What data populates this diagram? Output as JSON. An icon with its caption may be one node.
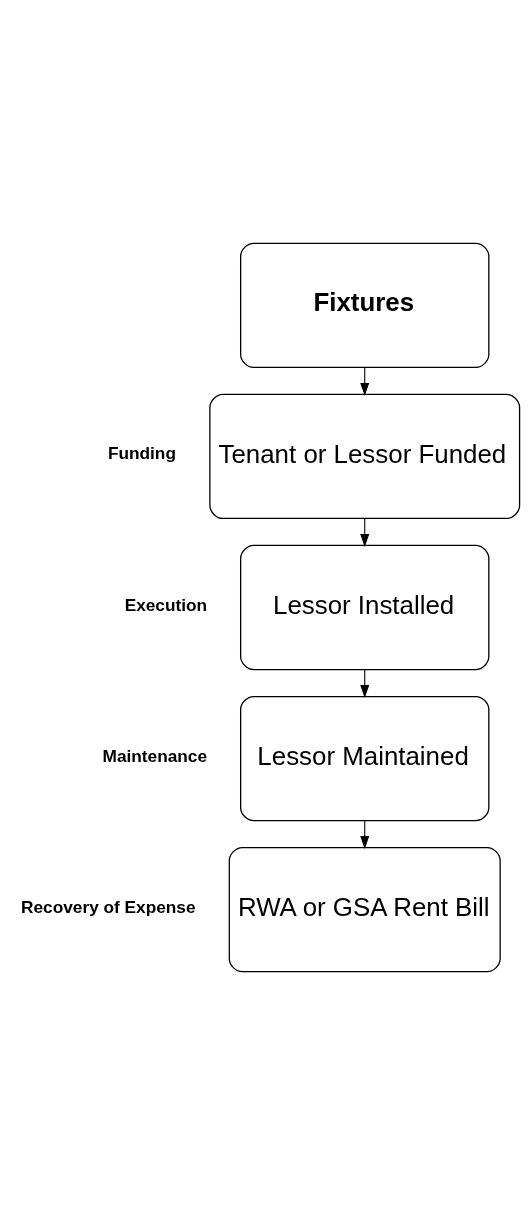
{
  "diagram": {
    "nodes": [
      {
        "text": [
          "Fixtures"
        ]
      },
      {
        "text": [
          "Tenant or Lessor Funded"
        ],
        "beside": [
          "Funding"
        ]
      },
      {
        "text": [
          "Lessor Installed"
        ],
        "beside": [
          "Execution"
        ]
      },
      {
        "text": [
          "Lessor Maintained"
        ],
        "beside": [
          "Maintenance"
        ]
      },
      {
        "text": [
          "RWA or GSA Rent Bill"
        ],
        "beside": [
          "Recovery of Expense"
        ]
      }
    ],
    "edges": [
      {
        "from": 0,
        "to": 1,
        "arrow": "to"
      },
      {
        "from": 1,
        "to": 2,
        "arrow": "to"
      },
      {
        "from": 2,
        "to": 3,
        "arrow": "to"
      },
      {
        "from": 3,
        "to": 4,
        "arrow": "to"
      }
    ]
  }
}
